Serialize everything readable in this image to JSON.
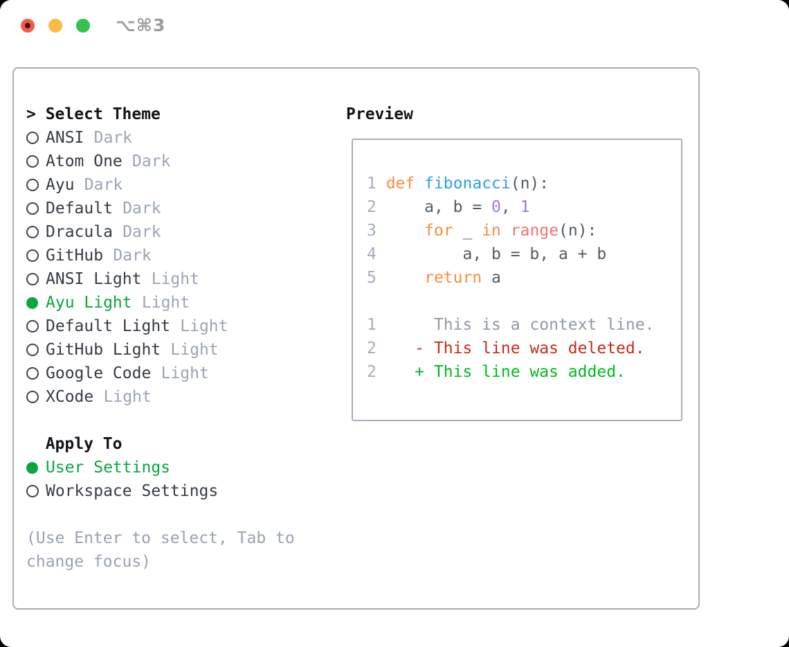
{
  "window": {
    "shortcut_label": "⌥⌘3",
    "traffic_lights": [
      {
        "name": "close-button",
        "color": "#f25a4c",
        "dot_color": "#511205"
      },
      {
        "name": "minimize-button",
        "color": "#f7bd44",
        "dot_color": null
      },
      {
        "name": "zoom-button",
        "color": "#35c24c",
        "dot_color": null
      }
    ]
  },
  "left_rows": [
    {
      "type": "header",
      "prefix": "> ",
      "label": "Select Theme"
    },
    {
      "type": "item",
      "group": "theme",
      "name": "ANSI",
      "variant": "Dark",
      "selected": false
    },
    {
      "type": "item",
      "group": "theme",
      "name": "Atom One",
      "variant": "Dark",
      "selected": false
    },
    {
      "type": "item",
      "group": "theme",
      "name": "Ayu",
      "variant": "Dark",
      "selected": false
    },
    {
      "type": "item",
      "group": "theme",
      "name": "Default",
      "variant": "Dark",
      "selected": false
    },
    {
      "type": "item",
      "group": "theme",
      "name": "Dracula",
      "variant": "Dark",
      "selected": false
    },
    {
      "type": "item",
      "group": "theme",
      "name": "GitHub",
      "variant": "Dark",
      "selected": false
    },
    {
      "type": "item",
      "group": "theme",
      "name": "ANSI Light",
      "variant": "Light",
      "selected": false
    },
    {
      "type": "item",
      "group": "theme",
      "name": "Ayu Light",
      "variant": "Light",
      "selected": true
    },
    {
      "type": "item",
      "group": "theme",
      "name": "Default Light",
      "variant": "Light",
      "selected": false
    },
    {
      "type": "item",
      "group": "theme",
      "name": "GitHub Light",
      "variant": "Light",
      "selected": false
    },
    {
      "type": "item",
      "group": "theme",
      "name": "Google Code",
      "variant": "Light",
      "selected": false
    },
    {
      "type": "item",
      "group": "theme",
      "name": "XCode",
      "variant": "Light",
      "selected": false
    },
    {
      "type": "blank"
    },
    {
      "type": "header",
      "prefix": "  ",
      "label": "Apply To"
    },
    {
      "type": "item",
      "group": "apply",
      "name": "User Settings",
      "variant": "",
      "selected": true
    },
    {
      "type": "item",
      "group": "apply",
      "name": "Workspace Settings",
      "variant": "",
      "selected": false
    },
    {
      "type": "blank"
    },
    {
      "type": "hint",
      "text": "(Use Enter to select, Tab to"
    },
    {
      "type": "hint",
      "text": "change focus)"
    }
  ],
  "preview": {
    "title": "Preview",
    "code_lines": [
      {
        "kind": "code",
        "segments": [
          {
            "t": "1 ",
            "c": "line_number"
          },
          {
            "t": "def",
            "c": "keyword"
          },
          {
            "t": " ",
            "c": "code_text"
          },
          {
            "t": "fibonacci",
            "c": "function_name"
          },
          {
            "t": "(n):",
            "c": "code_text"
          }
        ]
      },
      {
        "kind": "code",
        "segments": [
          {
            "t": "2 ",
            "c": "line_number"
          },
          {
            "t": "    a, b = ",
            "c": "code_text"
          },
          {
            "t": "0",
            "c": "number_literal"
          },
          {
            "t": ", ",
            "c": "code_text"
          },
          {
            "t": "1",
            "c": "number_literal"
          }
        ]
      },
      {
        "kind": "code",
        "segments": [
          {
            "t": "3 ",
            "c": "line_number"
          },
          {
            "t": "    ",
            "c": "code_text"
          },
          {
            "t": "for",
            "c": "keyword"
          },
          {
            "t": " _ ",
            "c": "code_text"
          },
          {
            "t": "in",
            "c": "keyword"
          },
          {
            "t": " ",
            "c": "code_text"
          },
          {
            "t": "range",
            "c": "call"
          },
          {
            "t": "(n):",
            "c": "code_text"
          }
        ]
      },
      {
        "kind": "code",
        "segments": [
          {
            "t": "4 ",
            "c": "line_number"
          },
          {
            "t": "        a, b = b, a + b",
            "c": "code_text"
          }
        ]
      },
      {
        "kind": "code",
        "segments": [
          {
            "t": "5 ",
            "c": "line_number"
          },
          {
            "t": "    ",
            "c": "code_text"
          },
          {
            "t": "return",
            "c": "keyword"
          },
          {
            "t": " a",
            "c": "code_text"
          }
        ]
      },
      {
        "kind": "blank",
        "segments": []
      },
      {
        "kind": "context",
        "segments": [
          {
            "t": "1",
            "c": "line_number"
          },
          {
            "t": "      This is a context line.",
            "c": "context"
          }
        ]
      },
      {
        "kind": "deleted",
        "segments": [
          {
            "t": "2",
            "c": "line_number"
          },
          {
            "t": "    ",
            "c": "code_text"
          },
          {
            "t": "- This line was deleted.",
            "c": "deleted"
          }
        ]
      },
      {
        "kind": "added",
        "segments": [
          {
            "t": "2",
            "c": "line_number"
          },
          {
            "t": "    ",
            "c": "code_text"
          },
          {
            "t": "+ This line was added.",
            "c": "added"
          }
        ]
      }
    ]
  },
  "colors": {
    "accent_green": "#0aa53e",
    "header_text": "#121519",
    "item_text": "#353b45",
    "variant_text": "#9aa4b4",
    "hint_text": "#98a2b2",
    "radio_outline": "#3d444e",
    "panel_border": "#a8aeb9",
    "line_number": "#a3adbb",
    "code_text": "#525a66",
    "keyword": "#fa8d3e",
    "function_name": "#2da0e8",
    "number_literal": "#a37acc",
    "call": "#f07171",
    "context": "#8f99a5",
    "deleted": "#c22d1a",
    "added": "#00ba1d",
    "shortcut_text": "#9b9ca0"
  }
}
